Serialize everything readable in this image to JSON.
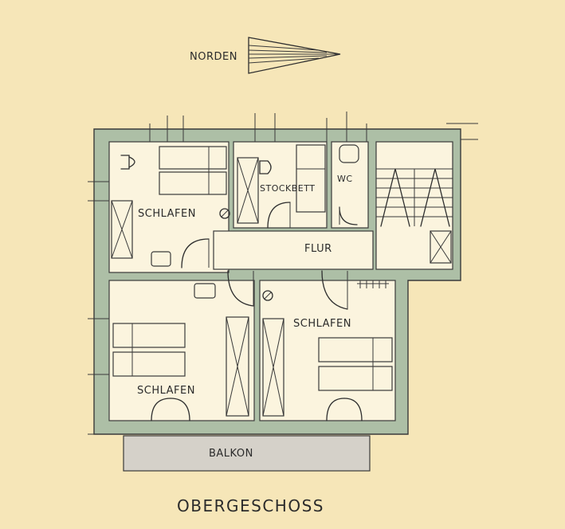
{
  "north_label": "NORDEN",
  "rooms": {
    "bedroom_1": "SCHLAFEN",
    "bedroom_2": "SCHLAFEN",
    "bedroom_3": "SCHLAFEN",
    "bunk": "STOCKBETT",
    "wc": "WC",
    "hall": "FLUR",
    "balcony": "BALKON"
  },
  "floor_title": "OBERGESCHOSS",
  "colors": {
    "paper": "#f6e6b8",
    "wall": "#adbfa6",
    "floor": "#fbf4de",
    "balcony": "#d5d1c9",
    "ink": "#2e2e2e"
  }
}
